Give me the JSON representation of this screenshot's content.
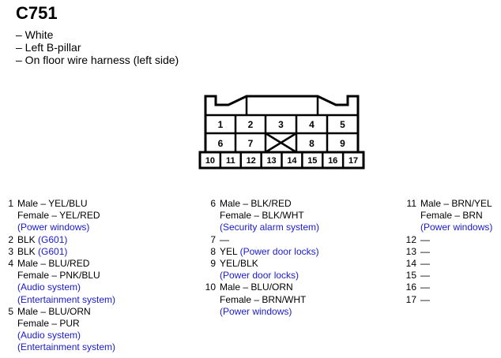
{
  "connector": {
    "id": "C751",
    "details": [
      "– White",
      "– Left B-pillar",
      "– On floor wire harness (left side)"
    ],
    "pins": [
      "1",
      "2",
      "3",
      "4",
      "5",
      "6",
      "7",
      "8",
      "9",
      "10",
      "11",
      "12",
      "13",
      "14",
      "15",
      "16",
      "17"
    ]
  },
  "columns": [
    [
      {
        "pin": "1",
        "lines": [
          {
            "parts": [
              {
                "text": "Male – YEL/BLU"
              }
            ]
          },
          {
            "parts": [
              {
                "text": "Female – YEL/RED"
              }
            ]
          },
          {
            "parts": [
              {
                "text": "(Power windows)",
                "blue": true
              }
            ]
          }
        ]
      },
      {
        "pin": "2",
        "lines": [
          {
            "parts": [
              {
                "text": "BLK "
              },
              {
                "text": "(G601)",
                "blue": true
              }
            ]
          }
        ]
      },
      {
        "pin": "3",
        "lines": [
          {
            "parts": [
              {
                "text": "BLK "
              },
              {
                "text": "(G601)",
                "blue": true
              }
            ]
          }
        ]
      },
      {
        "pin": "4",
        "lines": [
          {
            "parts": [
              {
                "text": "Male – BLU/RED"
              }
            ]
          },
          {
            "parts": [
              {
                "text": "Female – PNK/BLU"
              }
            ]
          },
          {
            "parts": [
              {
                "text": "(Audio system)",
                "blue": true
              }
            ]
          },
          {
            "parts": [
              {
                "text": "(Entertainment system)",
                "blue": true
              }
            ]
          }
        ]
      },
      {
        "pin": "5",
        "lines": [
          {
            "parts": [
              {
                "text": "Male – BLU/ORN"
              }
            ]
          },
          {
            "parts": [
              {
                "text": "Female – PUR"
              }
            ]
          },
          {
            "parts": [
              {
                "text": "(Audio system)",
                "blue": true
              }
            ]
          },
          {
            "parts": [
              {
                "text": "(Entertainment system)",
                "blue": true
              }
            ]
          }
        ]
      }
    ],
    [
      {
        "pin": "6",
        "lines": [
          {
            "parts": [
              {
                "text": "Male – BLK/RED"
              }
            ]
          },
          {
            "parts": [
              {
                "text": "Female – BLK/WHT"
              }
            ]
          },
          {
            "parts": [
              {
                "text": "(Security alarm system)",
                "blue": true
              }
            ]
          }
        ]
      },
      {
        "pin": "7",
        "lines": [
          {
            "parts": [
              {
                "text": "—"
              }
            ]
          }
        ]
      },
      {
        "pin": "8",
        "lines": [
          {
            "parts": [
              {
                "text": "YEL "
              },
              {
                "text": "(Power door locks)",
                "blue": true
              }
            ]
          }
        ]
      },
      {
        "pin": "9",
        "lines": [
          {
            "parts": [
              {
                "text": "YEL/BLK"
              }
            ]
          },
          {
            "parts": [
              {
                "text": "(Power door locks)",
                "blue": true
              }
            ]
          }
        ]
      },
      {
        "pin": "10",
        "lines": [
          {
            "parts": [
              {
                "text": "Male – BLU/ORN"
              }
            ]
          },
          {
            "parts": [
              {
                "text": "Female – BRN/WHT"
              }
            ]
          },
          {
            "parts": [
              {
                "text": "(Power windows)",
                "blue": true
              }
            ]
          }
        ]
      }
    ],
    [
      {
        "pin": "11",
        "lines": [
          {
            "parts": [
              {
                "text": "Male – BRN/YEL"
              }
            ]
          },
          {
            "parts": [
              {
                "text": "Female – BRN"
              }
            ]
          },
          {
            "parts": [
              {
                "text": "(Power windows)",
                "blue": true
              }
            ]
          }
        ]
      },
      {
        "pin": "12",
        "lines": [
          {
            "parts": [
              {
                "text": "—"
              }
            ]
          }
        ]
      },
      {
        "pin": "13",
        "lines": [
          {
            "parts": [
              {
                "text": "—"
              }
            ]
          }
        ]
      },
      {
        "pin": "14",
        "lines": [
          {
            "parts": [
              {
                "text": "—"
              }
            ]
          }
        ]
      },
      {
        "pin": "15",
        "lines": [
          {
            "parts": [
              {
                "text": "—"
              }
            ]
          }
        ]
      },
      {
        "pin": "16",
        "lines": [
          {
            "parts": [
              {
                "text": "—"
              }
            ]
          }
        ]
      },
      {
        "pin": "17",
        "lines": [
          {
            "parts": [
              {
                "text": "—"
              }
            ]
          }
        ]
      }
    ]
  ]
}
